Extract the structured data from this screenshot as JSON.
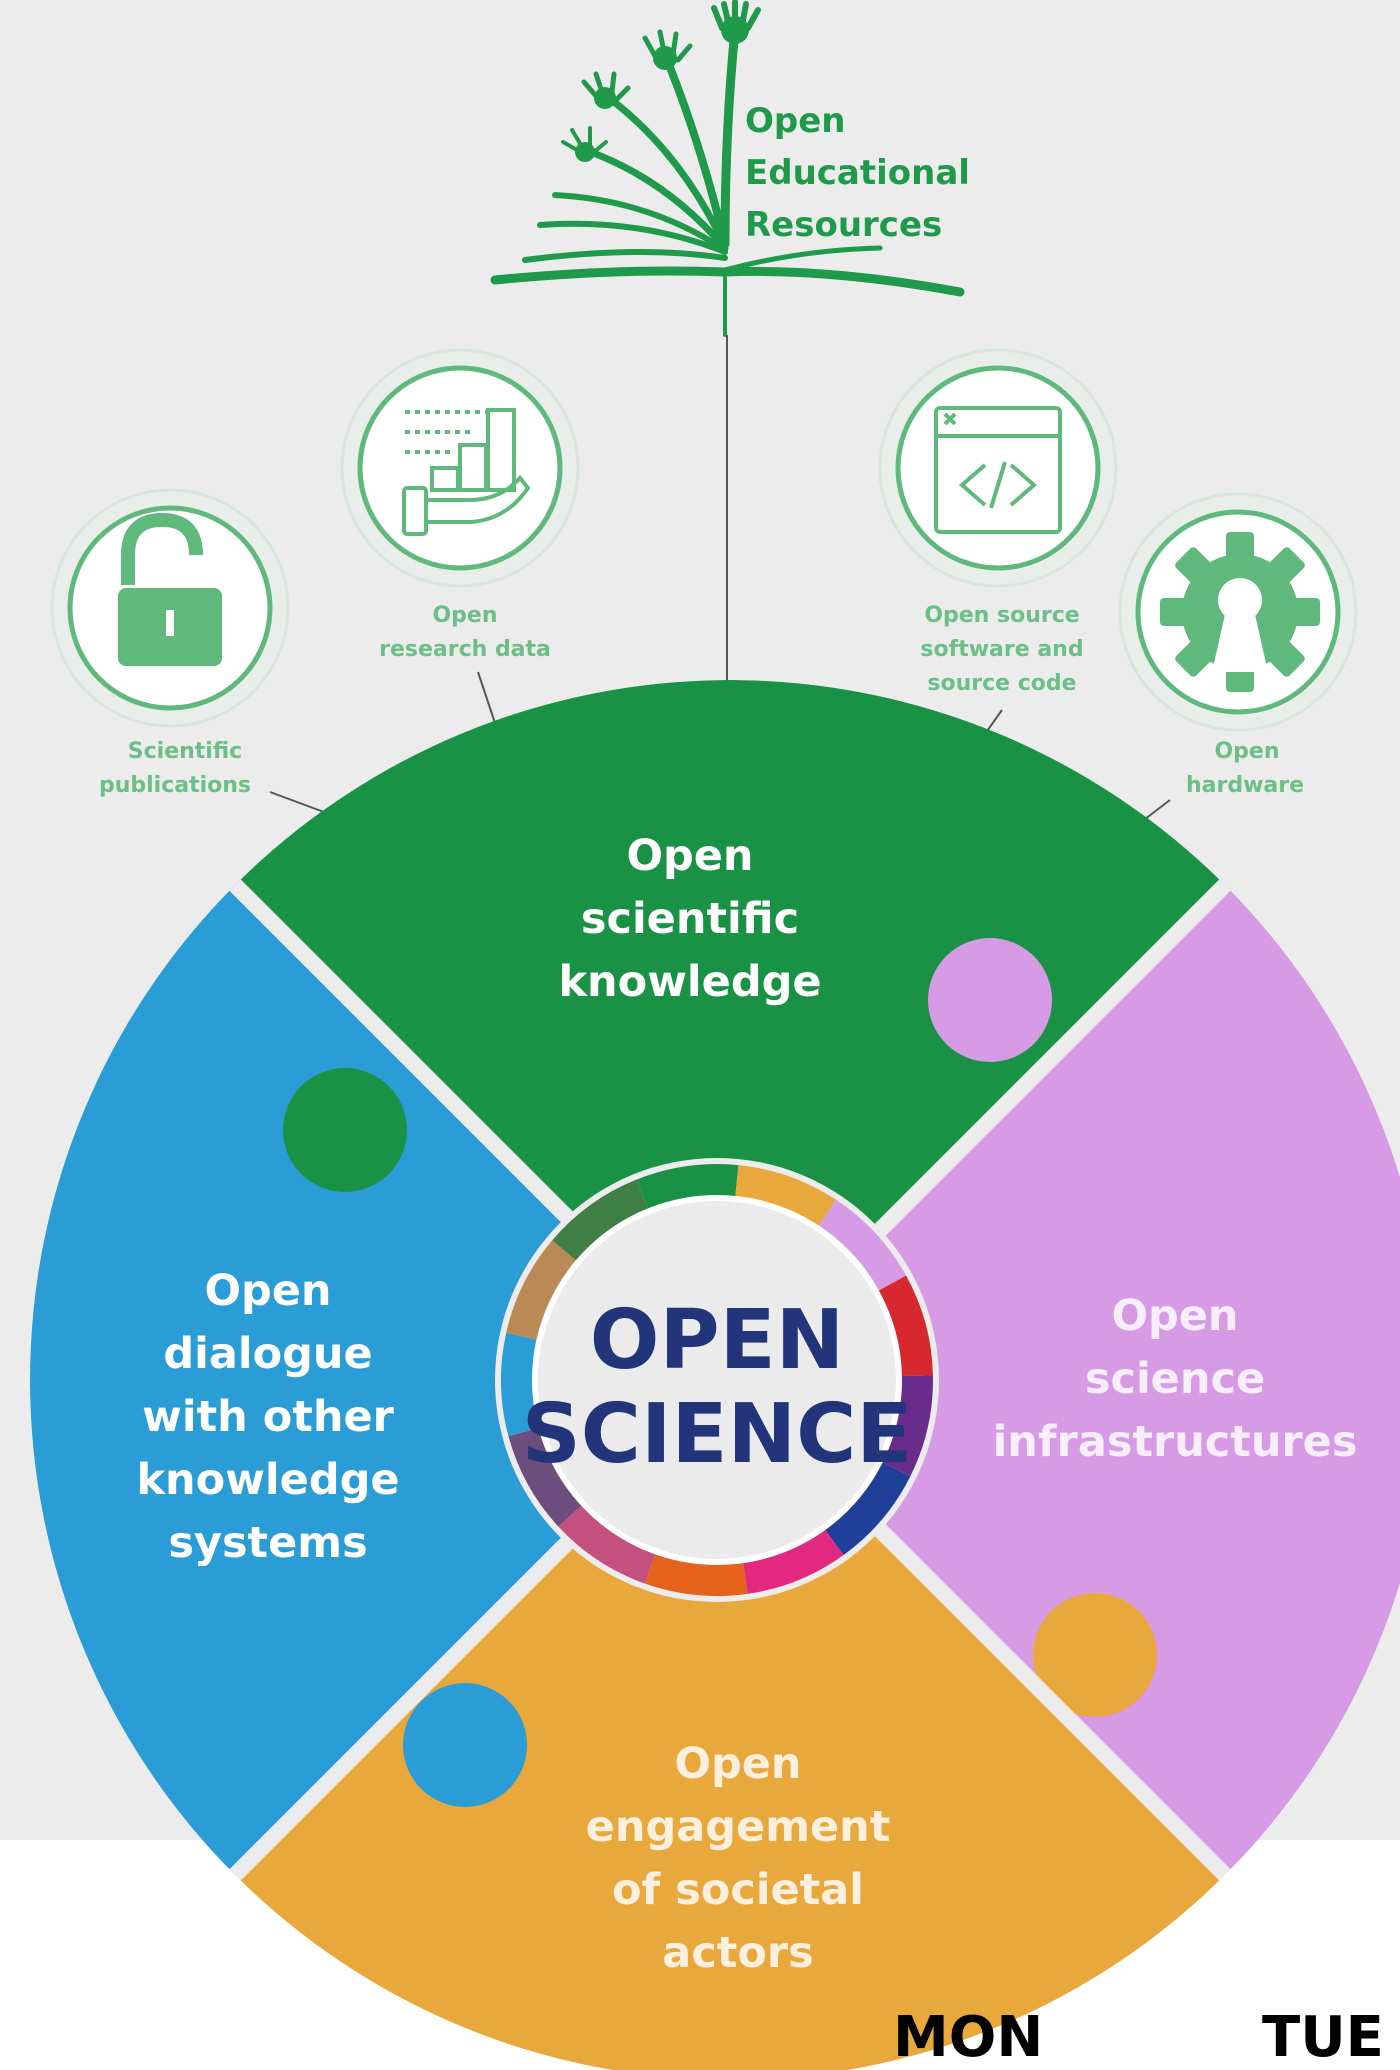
{
  "oer": {
    "lines": [
      "Open",
      "Educational",
      "Resources"
    ]
  },
  "center": {
    "line1": "OPEN",
    "line2": "SCIENCE"
  },
  "pieces": {
    "top": {
      "lines": [
        "Open",
        "scientific",
        "knowledge"
      ],
      "color": "#1a9246",
      "text_color": "#ffffff"
    },
    "left": {
      "lines": [
        "Open",
        "dialogue",
        "with other",
        "knowledge",
        "systems"
      ],
      "color": "#2a9cd6",
      "text_color": "#ffffff"
    },
    "right": {
      "lines": [
        "Open",
        "science",
        "infrastructures"
      ],
      "color": "#d79be5",
      "text_color": "#f7eefb"
    },
    "bottom": {
      "lines": [
        "Open",
        "engagement",
        "of societal",
        "actors"
      ],
      "color": "#e9a83b",
      "text_color": "#fbf0df"
    }
  },
  "sub_items": {
    "scientific_publications": {
      "lines": [
        "Scientific",
        "publications"
      ],
      "icon": "open-padlock-icon"
    },
    "open_research_data": {
      "lines": [
        "Open",
        "research data"
      ],
      "icon": "data-chart-hand-icon"
    },
    "open_source_software": {
      "lines": [
        "Open source",
        "software and",
        "source code"
      ],
      "icon": "code-window-icon"
    },
    "open_hardware": {
      "lines": [
        "Open",
        "hardware"
      ],
      "icon": "gear-keyhole-icon"
    }
  },
  "days": {
    "mon": "MON",
    "tue": "TUE"
  },
  "colors": {
    "background": "#ececec",
    "icon_green": "#5fb97c",
    "center_text": "#22357a",
    "oer_green": "#1f9a4b"
  },
  "ring_colors": [
    "#1a9246",
    "#e9a83b",
    "#d79be5",
    "#d7282f",
    "#6a2c8c",
    "#1f3f99",
    "#e2287f",
    "#e5621d",
    "#c4507e",
    "#6b4e7d",
    "#2a9cd6",
    "#b98a55",
    "#3f7e44"
  ]
}
